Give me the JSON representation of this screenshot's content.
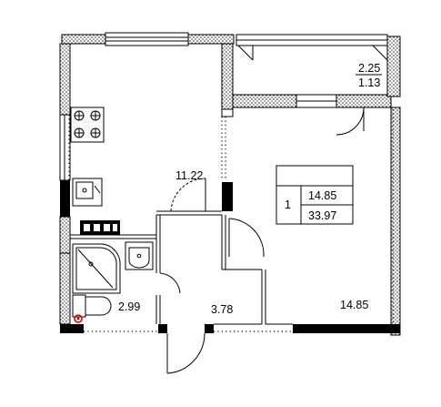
{
  "rooms": {
    "kitchen": {
      "area": "11.22"
    },
    "balcony": {
      "area": "2.25",
      "area_reduced": "1.13"
    },
    "living_room": {
      "area": "14.85"
    },
    "bathroom": {
      "area": "2.99"
    },
    "hallway": {
      "area": "3.78"
    }
  },
  "summary_table": {
    "rooms_count": "1",
    "living_area": "14.85",
    "total_area": "33.97"
  },
  "colors": {
    "lines": "#000000",
    "hatch_fill": "#7a7a7a",
    "marker": "#cc0000",
    "background": "#ffffff"
  }
}
